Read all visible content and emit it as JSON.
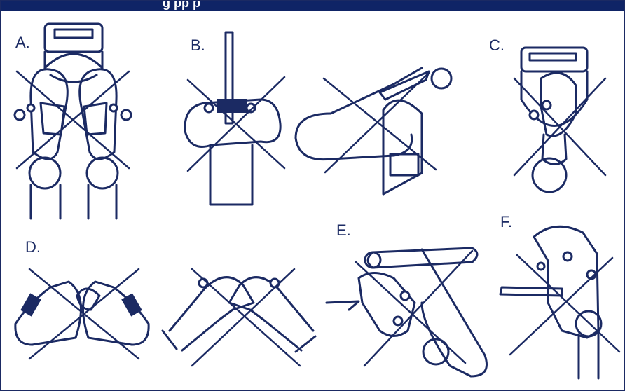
{
  "banner": {
    "text": "g             pp p"
  },
  "panels": [
    {
      "id": "A",
      "label": "A."
    },
    {
      "id": "B",
      "label": "B."
    },
    {
      "id": "C",
      "label": "C."
    },
    {
      "id": "D",
      "label": "D."
    },
    {
      "id": "E",
      "label": "E."
    },
    {
      "id": "F",
      "label": "F."
    }
  ],
  "colors": {
    "ink": "#1b2a63",
    "banner": "#0f2466",
    "background": "#ffffff"
  }
}
